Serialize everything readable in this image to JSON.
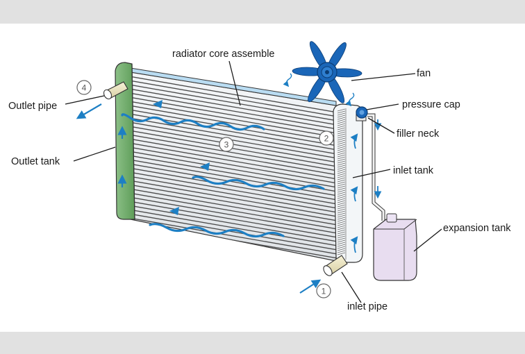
{
  "labels": {
    "radiator_core": "radiator core assemble",
    "fan": "fan",
    "pressure_cap": "pressure cap",
    "filler_neck": "filler neck",
    "inlet_tank": "inlet tank",
    "expansion_tank": "expansion tank",
    "inlet_pipe": "inlet pipe",
    "outlet_pipe": "Outlet pipe",
    "outlet_tank": "Outlet tank"
  },
  "markers": {
    "m1": "1",
    "m2": "2",
    "m3": "3",
    "m4": "4"
  },
  "colors": {
    "flow": "#1d7fc4",
    "outlet_tank": "#6fae6a",
    "fan": "#1a66b8",
    "expansion_tank": "#e8ddf0",
    "fins": "#4a4a4a"
  }
}
